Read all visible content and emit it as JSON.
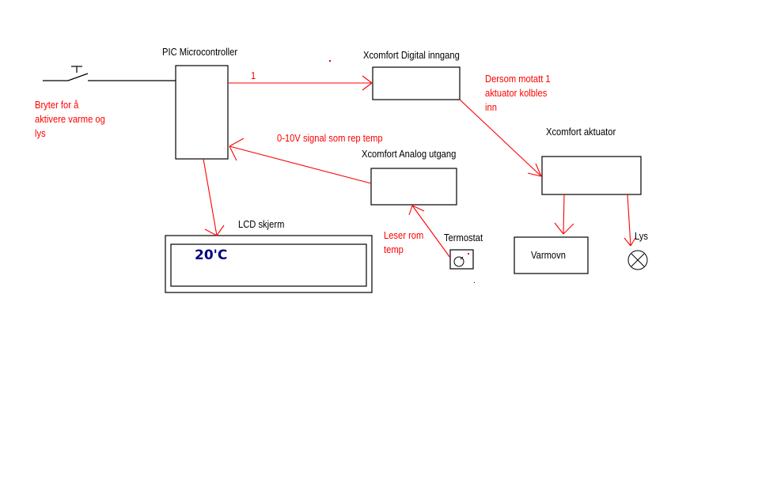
{
  "diagram": {
    "colors": {
      "line": "#000000",
      "signal": "#ff0000",
      "lcd_text": "#000080",
      "background": "#ffffff"
    },
    "components": {
      "switch": {
        "label": "Bryter for å aktivere varme og lys",
        "label_lines": [
          "Bryter for å",
          "aktivere varme og",
          "lys"
        ],
        "icon": "switch-symbol"
      },
      "pic": {
        "label": "PIC Microcontroller"
      },
      "digital_input": {
        "label": "Xcomfort Digital inngang"
      },
      "analog_output": {
        "label": "Xcomfort Analog utgang"
      },
      "actuator": {
        "label": "Xcomfort aktuator"
      },
      "lcd": {
        "label": "LCD skjerm",
        "display_value": "20'C"
      },
      "thermostat": {
        "label": "Termostat",
        "icon": "thermostat-dial"
      },
      "heater": {
        "label": "Varmovn"
      },
      "lamp": {
        "label": "Lys",
        "icon": "lamp-symbol"
      }
    },
    "annotations": {
      "signal_one": "1",
      "received_lines": [
        "Dersom motatt 1",
        "aktuator kolbles",
        "inn"
      ],
      "analog_signal": "0-10V signal som rep temp",
      "reads_temp_lines": [
        "Leser rom",
        "temp"
      ]
    }
  }
}
